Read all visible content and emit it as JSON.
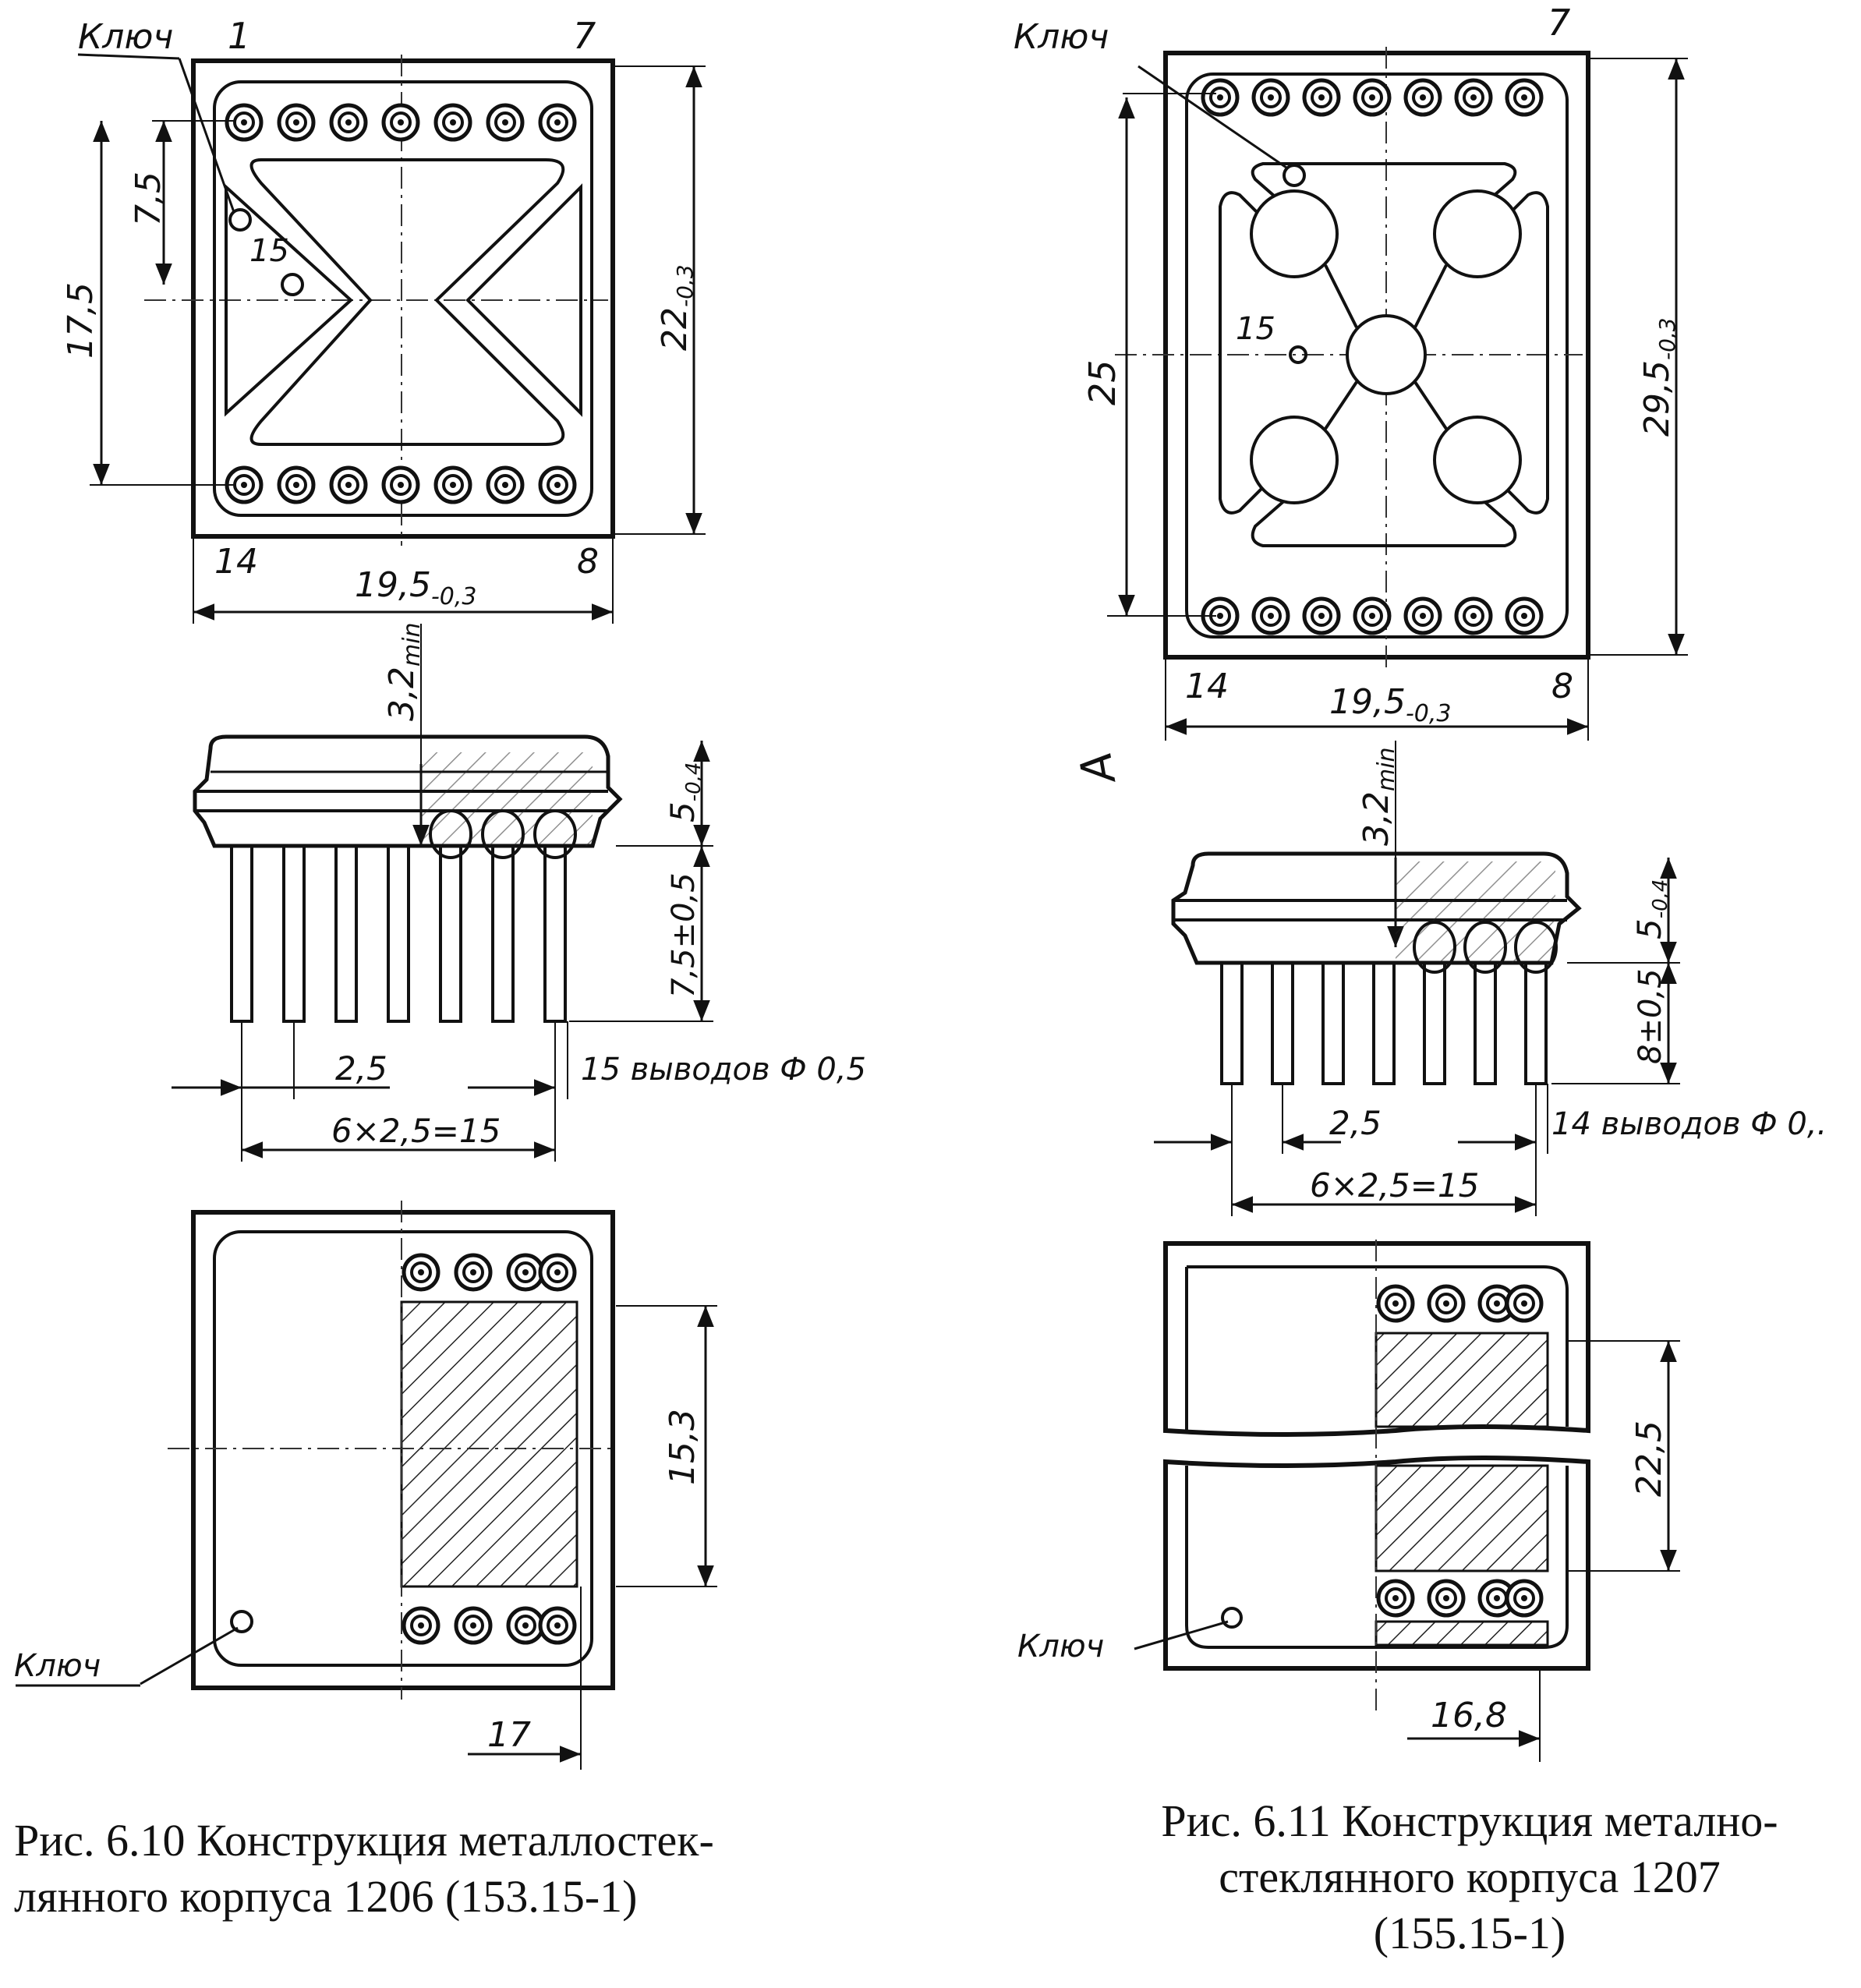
{
  "figure_610": {
    "key_label_top": "Ключ",
    "pin_1": "1",
    "pin_7": "7",
    "pin_14": "14",
    "pin_8": "8",
    "pin_15": "15",
    "dim_7_5": "7,5",
    "dim_17_5": "17,5",
    "dim_22": "22",
    "dim_22_tol": "-0,3",
    "dim_width": "19,5",
    "dim_width_tol": "-0,3",
    "dim_32": "3,2",
    "dim_32_sub": "min",
    "dim_5": "5",
    "dim_5_tol": "-0,4",
    "dim_lead": "7,5±0,5",
    "dim_pitch": "2,5",
    "dim_span": "6×2,5=15",
    "lead_note": "15 выводов Ф 0,5",
    "dim_15_3": "15,3",
    "dim_17": "17",
    "key_label_bottom": "Ключ",
    "caption_line1": "Рис. 6.10 Конструкция металлостек-",
    "caption_line2": "лянного корпуса 1206 (153.15-1)"
  },
  "figure_611": {
    "key_label_top": "Ключ",
    "pin_7": "7",
    "pin_14": "14",
    "pin_8": "8",
    "pin_15": "15",
    "dim_25": "25",
    "dim_29_5": "29,5",
    "dim_29_5_tol": "-0,3",
    "dim_width": "19,5",
    "dim_width_tol": "-0,3",
    "dim_32": "3,2",
    "dim_32_sub": "min",
    "view_mark": "A",
    "dim_5": "5",
    "dim_5_tol": "-0,4",
    "dim_lead": "8±0,5",
    "dim_pitch": "2,5",
    "dim_span": "6×2,5=15",
    "lead_note": "14 выводов Ф 0,.",
    "dim_22_5": "22,5",
    "dim_16_8": "16,8",
    "key_label_bottom": "Ключ",
    "caption_line1": "Рис. 6.11 Конструкция метално-",
    "caption_line2": "стеклянного корпуса 1207",
    "caption_line3": "(155.15-1)"
  }
}
